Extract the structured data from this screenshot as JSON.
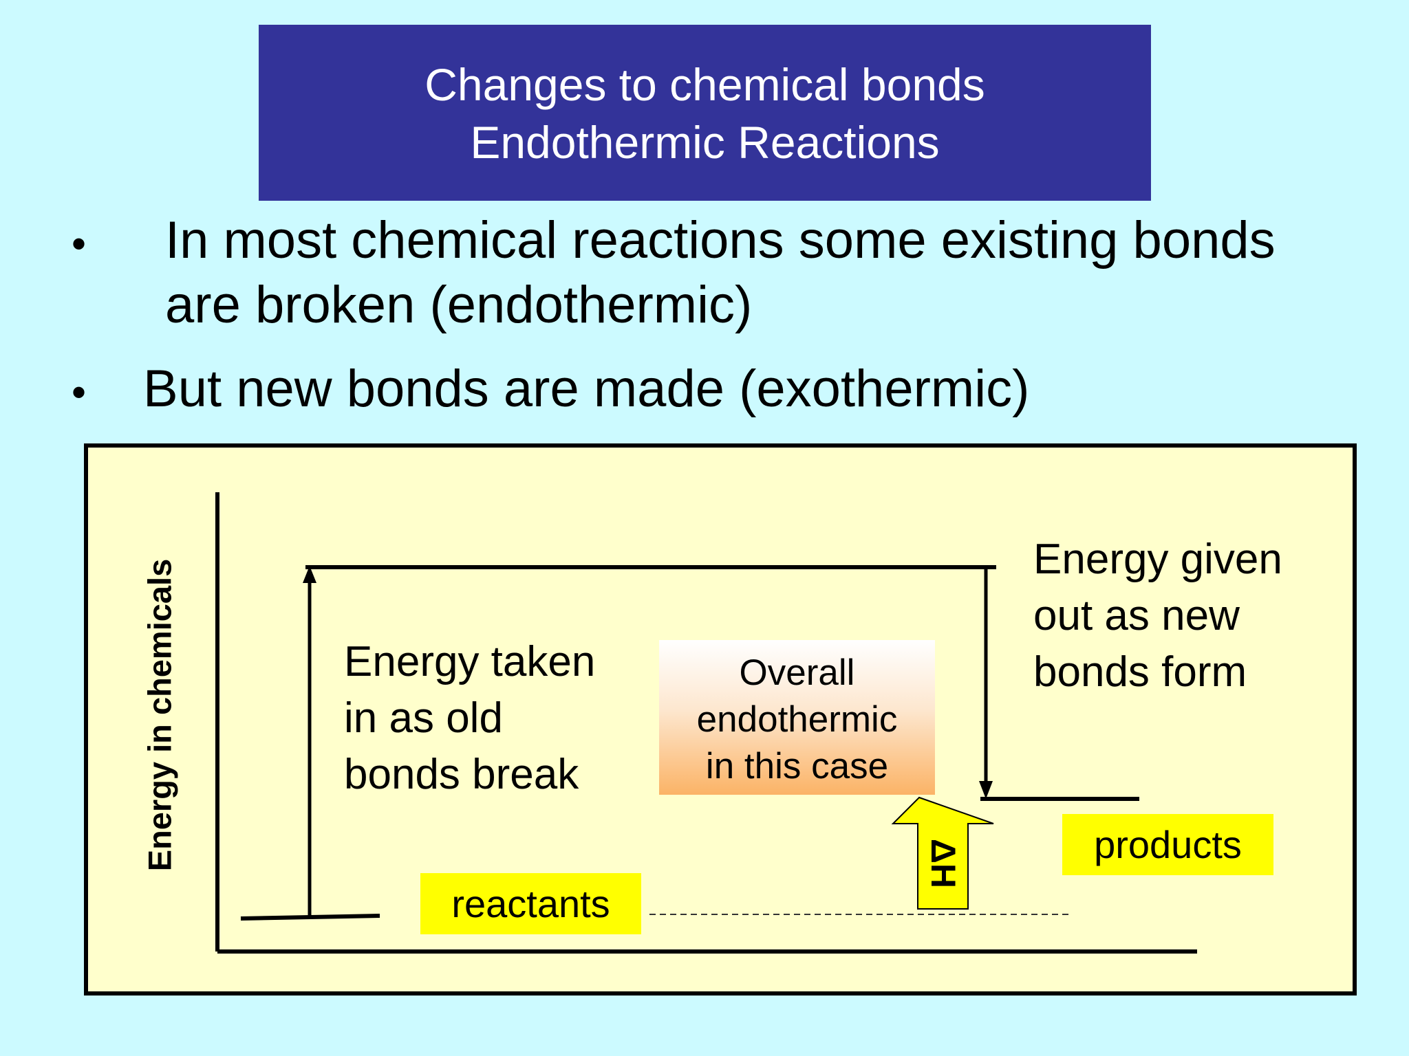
{
  "title": {
    "line1": "Changes to chemical bonds",
    "line2": "Endothermic Reactions"
  },
  "bullets": [
    {
      "marker": "•",
      "line1": "In most chemical reactions some existing bonds",
      "line2": "are broken (endothermic)"
    },
    {
      "marker": "•",
      "line1": "But new bonds are made (exothermic)"
    }
  ],
  "diagram": {
    "y_axis_label": "Energy in chemicals",
    "energy_taken": [
      "Energy taken",
      "in as old",
      "bonds break"
    ],
    "energy_given": [
      "Energy given",
      "out as new",
      "bonds form"
    ],
    "overall": [
      "Overall",
      "endothermic",
      "in this case"
    ],
    "reactants_label": "reactants",
    "products_label": "products",
    "delta_h_label": "ΔH",
    "colors": {
      "label_fill": "#ffff00",
      "diagram_bg": "#ffffcc",
      "title_bg": "#333399",
      "page_bg": "#ccfaff"
    }
  }
}
